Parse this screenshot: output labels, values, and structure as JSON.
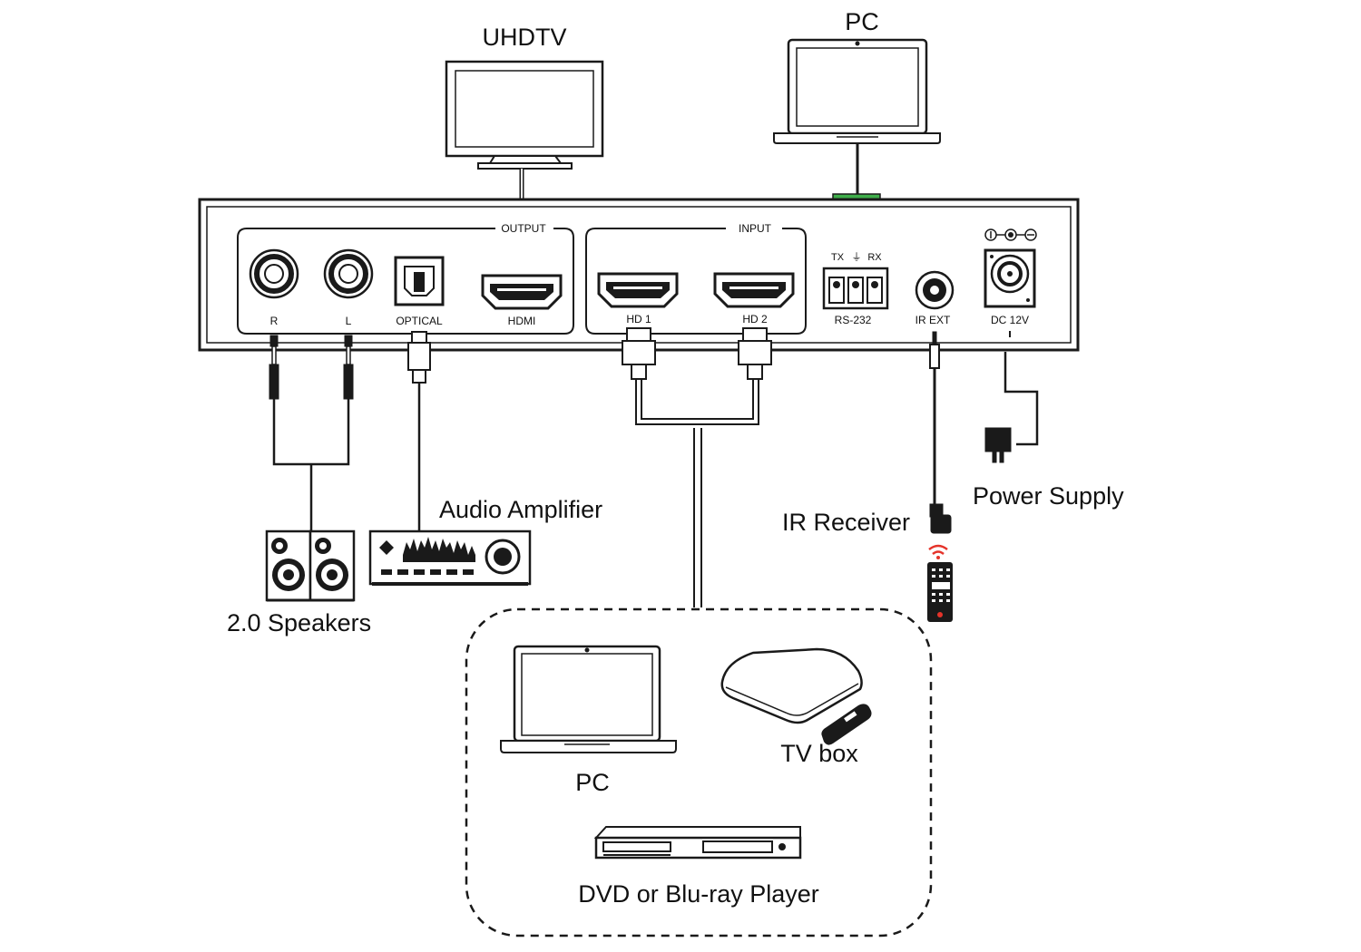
{
  "devices": {
    "uhdtv": "UHDTV",
    "pc_top": "PC",
    "audio_amplifier": "Audio Amplifier",
    "speakers": "2.0 Speakers",
    "ir_receiver": "IR Receiver",
    "power_supply": "Power Supply",
    "pc_source": "PC",
    "tv_box": "TV box",
    "dvd_player": "DVD or Blu-ray Player"
  },
  "panel": {
    "output_group": "OUTPUT",
    "input_group": "INPUT",
    "ports": {
      "r": "R",
      "l": "L",
      "optical": "OPTICAL",
      "hdmi_out": "HDMI",
      "hd1": "HD 1",
      "hd2": "HD 2",
      "rs232": "RS-232",
      "ir_ext": "IR EXT",
      "dc": "DC 12V"
    },
    "rs232_pins": {
      "tx": "TX",
      "gnd": "⏚",
      "rx": "RX"
    }
  },
  "colors": {
    "line": "#1a1a1a",
    "rs232_connector": "#3fae4a",
    "remote_signal": "#e5332a"
  }
}
